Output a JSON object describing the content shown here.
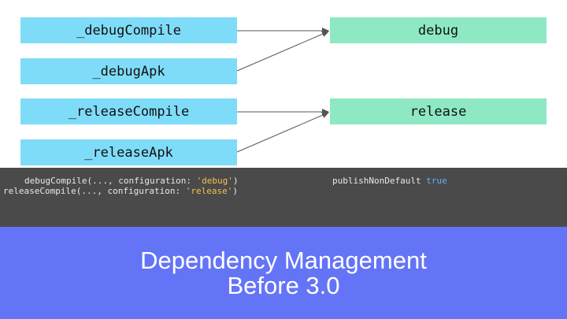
{
  "configurations": [
    "_debugCompile",
    "_debugApk",
    "_releaseCompile",
    "_releaseApk"
  ],
  "variants": [
    "debug",
    "release"
  ],
  "code": {
    "line1": {
      "fn": "debugCompile",
      "args": "(..., configuration: ",
      "str": "'debug'",
      "close": ")"
    },
    "line2": {
      "fn": "releaseCompile",
      "args": "(..., configuration: ",
      "str": "'release'",
      "close": ")"
    },
    "line3": {
      "prop": "publishNonDefault ",
      "val": "true"
    }
  },
  "title": {
    "line1": "Dependency Management",
    "line2": "Before 3.0"
  },
  "colors": {
    "configuration_box": "#7fdcf8",
    "variant_box": "#8ee8c4",
    "code_background": "#4a4a4a",
    "title_background": "#6474f7"
  }
}
